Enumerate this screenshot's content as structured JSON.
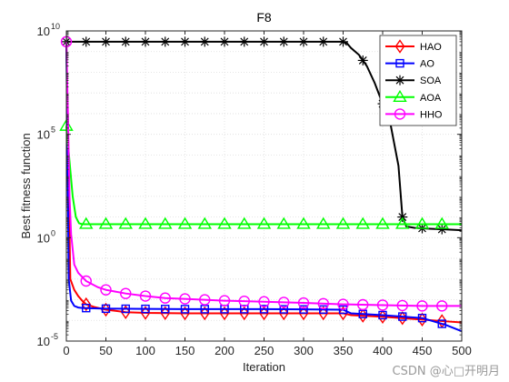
{
  "watermark": "CSDN @心□开明月",
  "chart_data": {
    "type": "line",
    "title": "F8",
    "xlabel": "Iteration",
    "ylabel": "Best fitness function",
    "xlim": [
      0,
      500
    ],
    "ylim": [
      1e-05,
      10000000000
    ],
    "yscale": "log",
    "grid": true,
    "legend_position": "top-right",
    "x_ticks": [
      0,
      50,
      100,
      150,
      200,
      250,
      300,
      350,
      400,
      450,
      500
    ],
    "x_tick_labels": [
      "0",
      "50",
      "100",
      "150",
      "200",
      "250",
      "300",
      "350",
      "400",
      "450",
      "500"
    ],
    "y_ticks": [
      1e-05,
      1,
      100000,
      10000000000
    ],
    "y_tick_labels": [
      {
        "base": "10",
        "exp": "-5"
      },
      {
        "base": "10",
        "exp": "0"
      },
      {
        "base": "10",
        "exp": "5"
      },
      {
        "base": "10",
        "exp": "10"
      }
    ],
    "series": [
      {
        "name": "HAO",
        "color": "#ff0000",
        "marker": "diamond",
        "points": [
          [
            0,
            3000000000
          ],
          [
            5,
            0.01
          ],
          [
            10,
            0.003
          ],
          [
            15,
            0.0015
          ],
          [
            20,
            0.0009
          ],
          [
            25,
            0.0006
          ],
          [
            35,
            0.00045
          ],
          [
            50,
            0.00033
          ],
          [
            75,
            0.00025
          ],
          [
            100,
            0.00023
          ],
          [
            150,
            0.00022
          ],
          [
            200,
            0.00022
          ],
          [
            250,
            0.00022
          ],
          [
            300,
            0.00022
          ],
          [
            350,
            0.00022
          ],
          [
            360,
            0.00018
          ],
          [
            400,
            0.00015
          ],
          [
            450,
            0.00011
          ],
          [
            480,
            9e-05
          ],
          [
            500,
            8e-05
          ]
        ],
        "markers_x": [
          25,
          50,
          75,
          100,
          125,
          150,
          175,
          200,
          225,
          250,
          275,
          300,
          325,
          350,
          375,
          400,
          425,
          450,
          475
        ]
      },
      {
        "name": "AO",
        "color": "#0000ff",
        "marker": "square",
        "points": [
          [
            0,
            3000000000
          ],
          [
            3,
            0.01
          ],
          [
            6,
            0.0009
          ],
          [
            10,
            0.0005
          ],
          [
            15,
            0.00042
          ],
          [
            20,
            0.0004
          ],
          [
            50,
            0.00037
          ],
          [
            100,
            0.00036
          ],
          [
            150,
            0.00035
          ],
          [
            200,
            0.00035
          ],
          [
            250,
            0.00035
          ],
          [
            300,
            0.00034
          ],
          [
            350,
            0.00033
          ],
          [
            360,
            0.00022
          ],
          [
            400,
            0.00018
          ],
          [
            450,
            0.00013
          ],
          [
            480,
            6e-05
          ],
          [
            500,
            3e-05
          ]
        ],
        "markers_x": [
          25,
          50,
          75,
          100,
          125,
          150,
          175,
          200,
          225,
          250,
          275,
          300,
          325,
          350,
          375,
          400,
          425,
          450,
          475
        ]
      },
      {
        "name": "SOA",
        "color": "#000000",
        "marker": "star",
        "points": [
          [
            0,
            3000000000
          ],
          [
            350,
            3000000000
          ],
          [
            355,
            2500000000
          ],
          [
            360,
            1500000000
          ],
          [
            370,
            700000000
          ],
          [
            380,
            200000000
          ],
          [
            390,
            30000000
          ],
          [
            400,
            3000000
          ],
          [
            410,
            300000
          ],
          [
            415,
            30000
          ],
          [
            420,
            3000
          ],
          [
            425,
            10
          ],
          [
            430,
            3.5
          ],
          [
            440,
            3.0
          ],
          [
            460,
            2.7
          ],
          [
            480,
            2.5
          ],
          [
            500,
            2.3
          ]
        ],
        "markers_x": [
          0,
          25,
          50,
          75,
          100,
          125,
          150,
          175,
          200,
          225,
          250,
          275,
          300,
          325,
          350,
          375,
          400,
          425,
          450,
          475
        ]
      },
      {
        "name": "AOA",
        "color": "#00ff00",
        "marker": "triangle",
        "points": [
          [
            0,
            250000
          ],
          [
            4,
            5000
          ],
          [
            8,
            100
          ],
          [
            12,
            10
          ],
          [
            16,
            5
          ],
          [
            20,
            4.5
          ],
          [
            25,
            4.5
          ],
          [
            500,
            4.5
          ]
        ],
        "markers_x": [
          0,
          25,
          50,
          75,
          100,
          125,
          150,
          175,
          200,
          225,
          250,
          275,
          300,
          325,
          350,
          375,
          400,
          425,
          450,
          475
        ]
      },
      {
        "name": "HHO",
        "color": "#ff00ff",
        "marker": "circle",
        "points": [
          [
            0,
            3000000000
          ],
          [
            2,
            1000000
          ],
          [
            4,
            100
          ],
          [
            6,
            1.5
          ],
          [
            10,
            0.05
          ],
          [
            15,
            0.02
          ],
          [
            25,
            0.008
          ],
          [
            40,
            0.004
          ],
          [
            50,
            0.003
          ],
          [
            75,
            0.002
          ],
          [
            100,
            0.0015
          ],
          [
            125,
            0.0012
          ],
          [
            150,
            0.0011
          ],
          [
            200,
            0.0009
          ],
          [
            250,
            0.0008
          ],
          [
            300,
            0.0007
          ],
          [
            350,
            0.0006
          ],
          [
            400,
            0.00055
          ],
          [
            450,
            0.0005
          ],
          [
            500,
            0.0005
          ]
        ],
        "markers_x": [
          0,
          25,
          50,
          75,
          100,
          125,
          150,
          175,
          200,
          225,
          250,
          275,
          300,
          325,
          350,
          375,
          400,
          425,
          450,
          475
        ]
      }
    ]
  }
}
